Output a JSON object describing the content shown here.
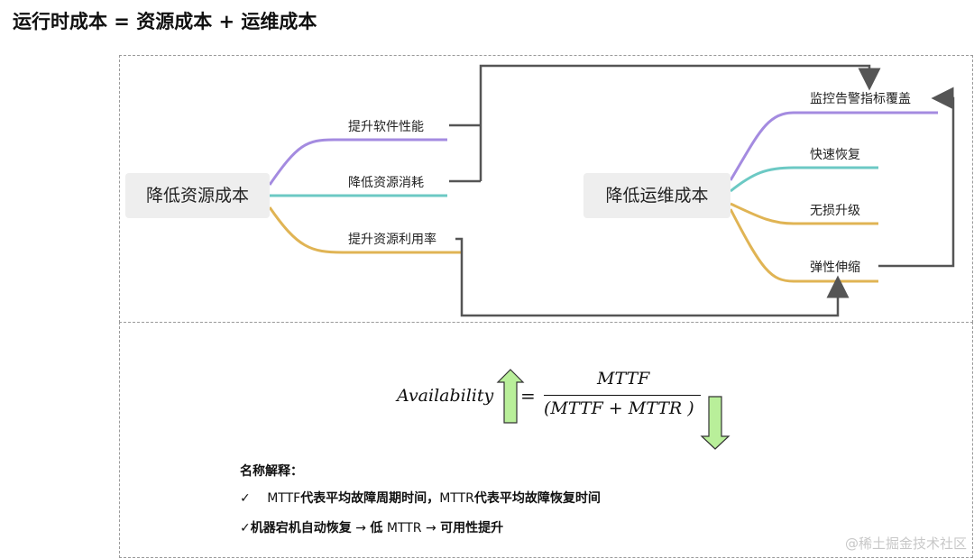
{
  "title": "运行时成本 = 资源成本 + 运维成本",
  "left_root": "降低资源成本",
  "left_branches": [
    "提升软件性能",
    "降低资源消耗",
    "提升资源利用率"
  ],
  "right_root": "降低运维成本",
  "right_branches": [
    "监控告警指标覆盖",
    "快速恢复",
    "无损升级",
    "弹性伸缩"
  ],
  "colors": {
    "purple": "#a48be0",
    "teal": "#6cc9c4",
    "gold": "#e0b454",
    "arrow": "#555555",
    "green_arrow": "#b9ef9a"
  },
  "formula": {
    "lhs": "Availability",
    "equals": "=",
    "numerator": "MTTF",
    "denominator": "(MTTF + MTTR  )"
  },
  "notes": {
    "heading": "名称解释：",
    "line1_check": "✓",
    "line1_a": "MTTF",
    "line1_b": "代表平均故障周期时间，",
    "line1_c": "MTTR",
    "line1_d": "代表平均故障恢复时间",
    "line2_check": "✓",
    "line2_a": "机器宕机自动恢复",
    "line2_arrow1": "→",
    "line2_b": "低",
    "line2_c": "MTTR",
    "line2_arrow2": "→",
    "line2_d": "可用性提升"
  },
  "watermark": "@稀土掘金技术社区"
}
